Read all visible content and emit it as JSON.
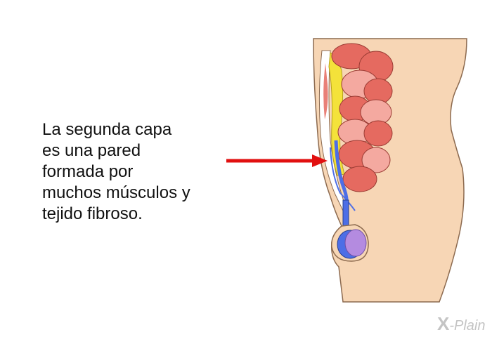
{
  "caption": {
    "lines": [
      "La segunda capa",
      "es una pared",
      "formada por",
      "muchos músculos y",
      "tejido fibroso."
    ]
  },
  "colors": {
    "skin": "#f7d6b5",
    "skin_outline": "#8c6a4f",
    "intestine": "#e56a60",
    "intestine_highlight": "#f4a9a0",
    "fat": "#f4e23a",
    "vessel": "#4d6ee6",
    "testis": "#b48be0",
    "arrow": "#e11010"
  },
  "icons": {
    "arrow": "right-arrow-icon"
  },
  "logo": {
    "mark": "X",
    "text": "-Plain"
  }
}
